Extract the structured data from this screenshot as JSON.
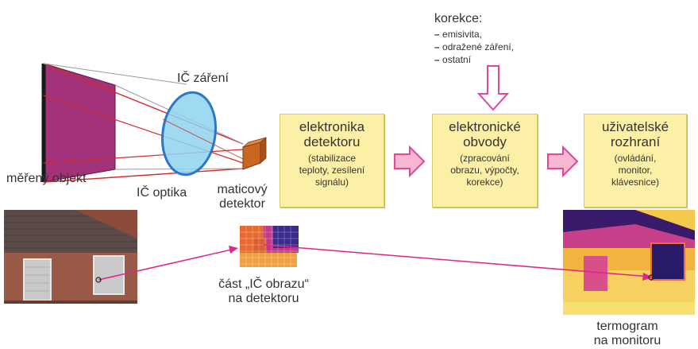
{
  "labels": {
    "ic_zareni": "IČ záření",
    "mereny_objekt": "měřený objekt",
    "ic_optika": "IČ optika",
    "maticovy_detektor_1": "maticový",
    "maticovy_detektor_2": "detektor",
    "cast_ic_obrazu_1": "část „IČ obrazu“",
    "cast_ic_obrazu_2": "na detektoru",
    "termogram_1": "termogram",
    "termogram_2": "na monitoru"
  },
  "korekce": {
    "heading": "korekce:",
    "items": [
      "emisivita,",
      "odražené záření,",
      "ostatní"
    ]
  },
  "boxes": [
    {
      "title_1": "elektronika",
      "title_2": "detektoru",
      "sub_1": "(stabilizace",
      "sub_2": "teploty, zesílení",
      "sub_3": "signálu)"
    },
    {
      "title_1": "elektronické",
      "title_2": "obvody",
      "sub_1": "(zpracování",
      "sub_2": "obrazu, výpočty,",
      "sub_3": "korekce)"
    },
    {
      "title_1": "uživatelské",
      "title_2": "rozhraní",
      "sub_1": "(ovládání,",
      "sub_2": "monitor,",
      "sub_3": "klávesnice)"
    }
  ],
  "colors": {
    "object": "#a2327a",
    "object_edge": "#1a1a1a",
    "lens": "#8fd4f0",
    "lens_edge": "#2a78c8",
    "beam": "#d82828",
    "detector": "#c9661f",
    "box_fill": "#fbf0a6",
    "arrow_fill": "#f7b6d2",
    "arrow_edge": "#e0489a",
    "pointer": "#e0268c"
  }
}
